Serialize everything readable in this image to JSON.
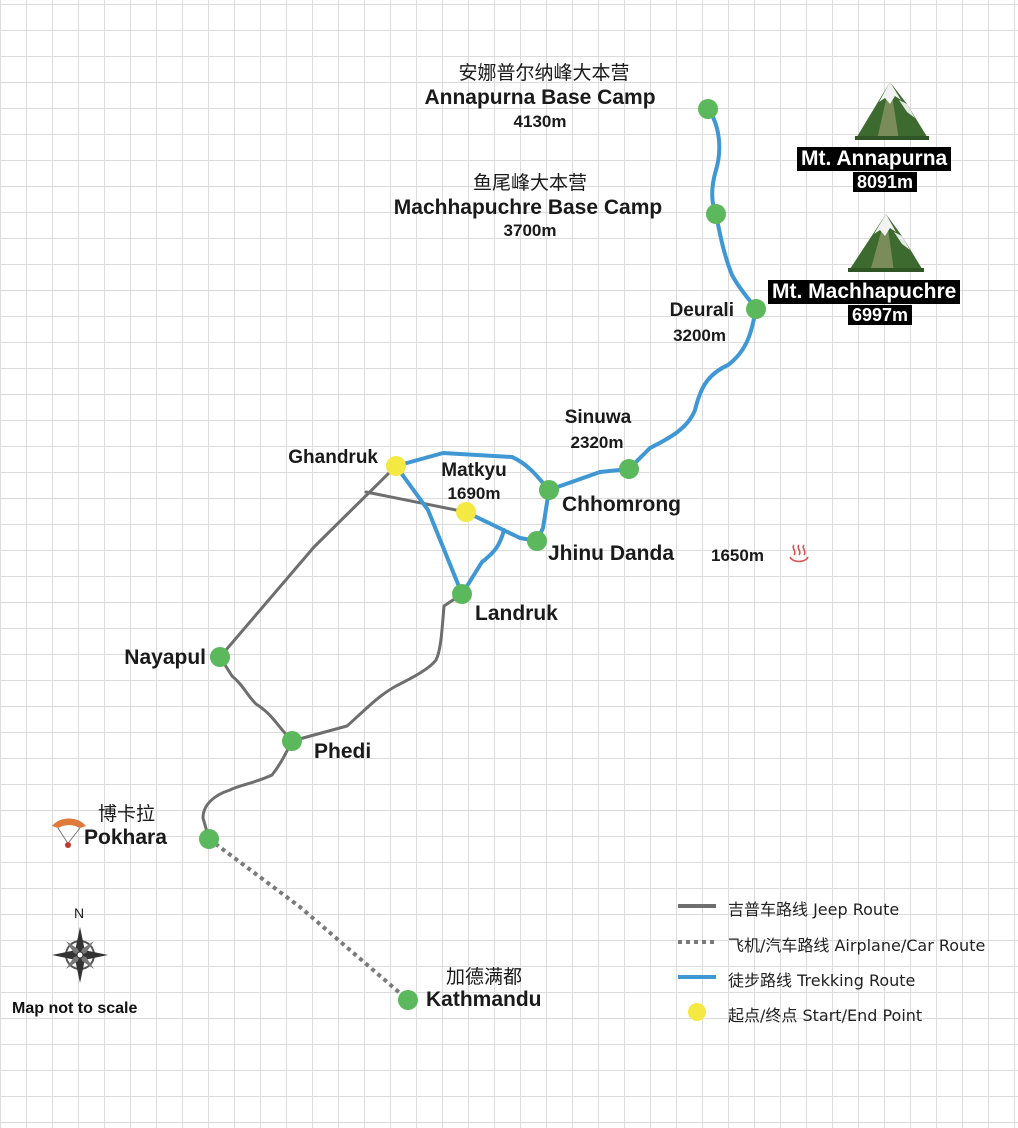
{
  "places": {
    "abc": {
      "cn": "安娜普尔纳峰大本营",
      "en": "Annapurna Base Camp",
      "elev": "4130m"
    },
    "mbc": {
      "cn": "鱼尾峰大本营",
      "en": "Machhapuchre Base Camp",
      "elev": "3700m"
    },
    "deurali": {
      "en": "Deurali",
      "elev": "3200m"
    },
    "sinuwa": {
      "en": "Sinuwa",
      "elev": "2320m"
    },
    "chhomrong": {
      "en": "Chhomrong"
    },
    "ghandruk": {
      "en": "Ghandruk"
    },
    "matkyu": {
      "en": "Matkyu",
      "elev": "1690m"
    },
    "jhinu": {
      "en": "Jhinu Danda",
      "elev": "1650m"
    },
    "landruk": {
      "en": "Landruk"
    },
    "nayapul": {
      "en": "Nayapul"
    },
    "phedi": {
      "en": "Phedi"
    },
    "pokhara": {
      "cn": "博卡拉",
      "en": "Pokhara"
    },
    "kathmandu": {
      "cn": "加德满都",
      "en": "Kathmandu"
    }
  },
  "peaks": [
    {
      "name": "Mt. Annapurna",
      "elev": "8091m"
    },
    {
      "name": "Mt. Machhapuchre",
      "elev": "6997m"
    }
  ],
  "legend": [
    {
      "label": "吉普车路线 Jeep Route",
      "kind": "jeep"
    },
    {
      "label": "飞机/汽车路线 Airplane/Car Route",
      "kind": "air"
    },
    {
      "label": "徒步路线 Trekking Route",
      "kind": "trek"
    },
    {
      "label": "起点/终点 Start/End Point",
      "kind": "start"
    }
  ],
  "compass": {
    "north": "N"
  },
  "scale_note": "Map not to scale",
  "hot_spring_icon": "hot-spring-icon",
  "paraglider_icon": "paraglider-icon",
  "mountain_icon": "mountain-icon",
  "colors": {
    "trek": "#3f97d3",
    "jeep": "#6e6e6e",
    "air": "#7a7a7a",
    "stop": "#5cb85c",
    "start": "#f4e842",
    "hot_spring": "#d9534f"
  }
}
